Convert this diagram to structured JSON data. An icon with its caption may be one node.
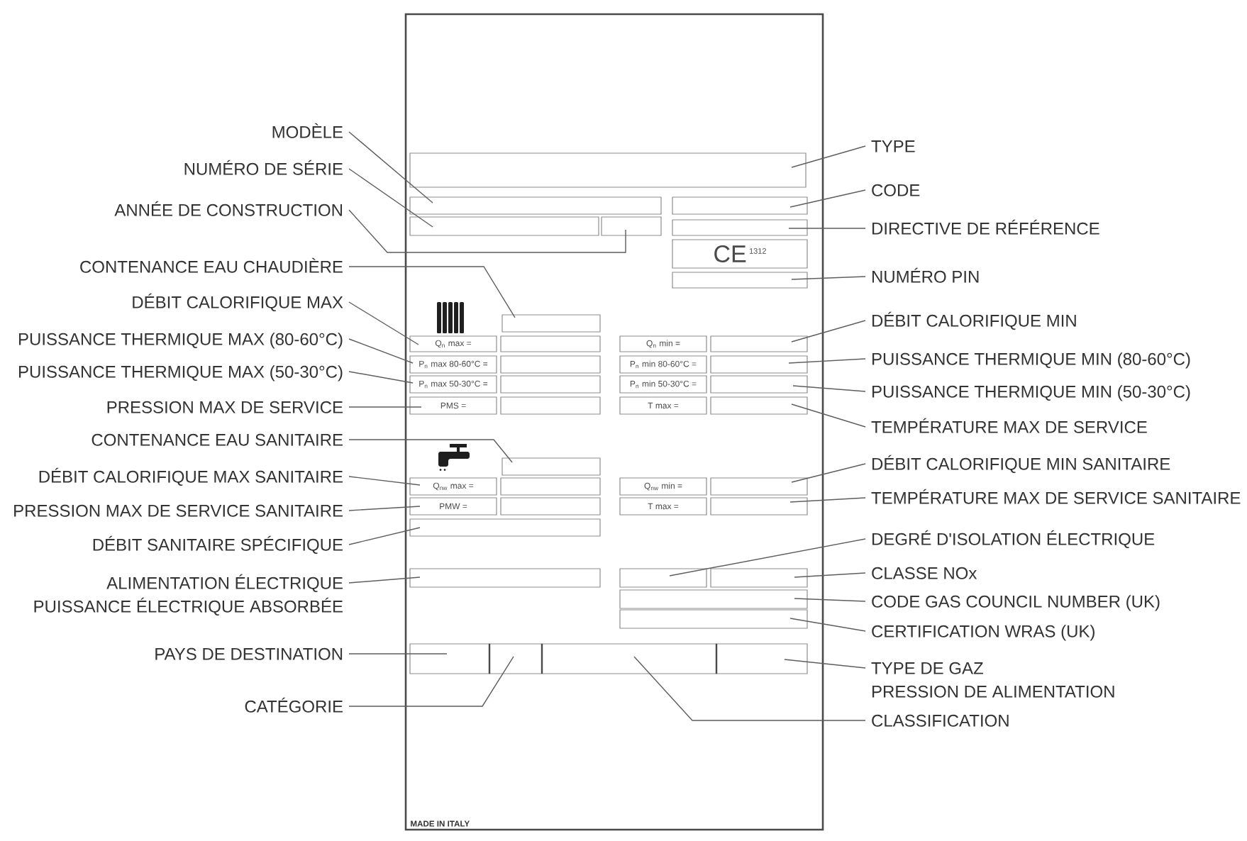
{
  "diagram": {
    "nodes": [
      {
        "text": [
          "MADE IN ITALY"
        ]
      },
      {
        "text": [],
        "shape": "box",
        "in": 0
      },
      {
        "text": [],
        "shape": "box",
        "in": 0
      },
      {
        "text": [],
        "shape": "box",
        "in": 0
      },
      {
        "text": [],
        "shape": "box",
        "in": 0
      },
      {
        "text": [],
        "shape": "box",
        "in": 0
      },
      {
        "text": [],
        "shape": "box",
        "in": 0
      },
      {
        "text": [
          "CE",
          "1312"
        ],
        "in": 0
      },
      {
        "text": [],
        "shape": "box",
        "in": 0
      },
      {
        "text": [],
        "shape": "box",
        "in": 0
      },
      {
        "text": [
          "Q$_{n}$ max ="
        ],
        "in": 0
      },
      {
        "text": [],
        "shape": "box",
        "in": 0
      },
      {
        "text": [
          "Q$_{n}$ min ="
        ],
        "in": 0
      },
      {
        "text": [],
        "shape": "box",
        "in": 0
      },
      {
        "text": [
          "P$_{n}$ max 80-60°C ="
        ],
        "in": 0
      },
      {
        "text": [],
        "shape": "box",
        "in": 0
      },
      {
        "text": [
          "P$_{n}$ min 80-60°C ="
        ],
        "in": 0
      },
      {
        "text": [],
        "shape": "box",
        "in": 0
      },
      {
        "text": [
          "P$_{n}$ max 50-30°C ="
        ],
        "in": 0
      },
      {
        "text": [],
        "shape": "box",
        "in": 0
      },
      {
        "text": [
          "P$_{n}$ min 50-30°C ="
        ],
        "in": 0
      },
      {
        "text": [],
        "shape": "box",
        "in": 0
      },
      {
        "text": [
          "PMS ="
        ],
        "in": 0
      },
      {
        "text": [],
        "shape": "box",
        "in": 0
      },
      {
        "text": [
          "T max ="
        ],
        "in": 0
      },
      {
        "text": [],
        "shape": "box",
        "in": 0
      },
      {
        "text": [],
        "shape": "box",
        "in": 0
      },
      {
        "text": [
          "Q$_{nw}$ max ="
        ],
        "in": 0
      },
      {
        "text": [],
        "shape": "box",
        "in": 0
      },
      {
        "text": [
          "Q$_{nw}$ min ="
        ],
        "in": 0
      },
      {
        "text": [],
        "shape": "box",
        "in": 0
      },
      {
        "text": [
          "PMW ="
        ],
        "in": 0
      },
      {
        "text": [],
        "shape": "box",
        "in": 0
      },
      {
        "text": [
          "T max ="
        ],
        "in": 0
      },
      {
        "text": [],
        "shape": "box",
        "in": 0
      },
      {
        "text": [],
        "shape": "box",
        "in": 0
      },
      {
        "text": [],
        "shape": "box",
        "in": 0
      },
      {
        "text": [],
        "shape": "box",
        "in": 0
      },
      {
        "text": [],
        "shape": "box",
        "in": 0
      },
      {
        "text": [],
        "shape": "box",
        "in": 0
      },
      {
        "text": [],
        "shape": "box",
        "in": 0
      },
      {
        "text": [],
        "shape": "box",
        "in": 0
      },
      {
        "text": [],
        "shape": "box",
        "in": 0
      },
      {
        "text": [],
        "shape": "box",
        "in": 0
      },
      {
        "text": [],
        "shape": "box",
        "in": 0
      },
      {
        "text": [
          "MODÈLE"
        ]
      },
      {
        "text": [
          "NUMÉRO DE SÉRIE"
        ]
      },
      {
        "text": [
          "ANNÉE DE CONSTRUCTION"
        ]
      },
      {
        "text": [
          "CONTENANCE EAU CHAUDIÈRE"
        ]
      },
      {
        "text": [
          "DÉBIT CALORIFIQUE MAX"
        ]
      },
      {
        "text": [
          "PUISSANCE THERMIQUE MAX (80-60°C)"
        ]
      },
      {
        "text": [
          "PUISSANCE THERMIQUE MAX (50-30°C)"
        ]
      },
      {
        "text": [
          "PRESSION MAX DE SERVICE"
        ]
      },
      {
        "text": [
          "CONTENANCE EAU SANITAIRE"
        ]
      },
      {
        "text": [
          "DÉBIT CALORIFIQUE MAX SANITAIRE"
        ]
      },
      {
        "text": [
          "PRESSION MAX DE SERVICE SANITAIRE"
        ]
      },
      {
        "text": [
          "DÉBIT SANITAIRE SPÉCIFIQUE"
        ]
      },
      {
        "text": [
          "ALIMENTATION ÉLECTRIQUE",
          "PUISSANCE ÉLECTRIQUE ABSORBÉE"
        ]
      },
      {
        "text": [
          "PAYS DE DESTINATION"
        ]
      },
      {
        "text": [
          "CATÉGORIE"
        ]
      },
      {
        "text": [
          "TYPE"
        ]
      },
      {
        "text": [
          "CODE"
        ]
      },
      {
        "text": [
          "DIRECTIVE DE RÉFÉRENCE"
        ]
      },
      {
        "text": [
          "NUMÉRO PIN"
        ]
      },
      {
        "text": [
          "DÉBIT CALORIFIQUE MIN"
        ]
      },
      {
        "text": [
          "PUISSANCE THERMIQUE MIN (80-60°C)"
        ]
      },
      {
        "text": [
          "PUISSANCE THERMIQUE MIN (50-30°C)"
        ]
      },
      {
        "text": [
          "TEMPÉRATURE MAX DE SERVICE"
        ]
      },
      {
        "text": [
          "DÉBIT CALORIFIQUE MIN SANITAIRE"
        ]
      },
      {
        "text": [
          "TEMPÉRATURE MAX DE SERVICE SANITAIRE"
        ]
      },
      {
        "text": [
          "DEGRÉ D'ISOLATION ÉLECTRIQUE"
        ]
      },
      {
        "text": [
          "CLASSE NOx"
        ]
      },
      {
        "text": [
          "CODE GAS COUNCIL NUMBER (UK)"
        ]
      },
      {
        "text": [
          "CERTIFICATION WRAS (UK)"
        ]
      },
      {
        "text": [
          "TYPE DE GAZ",
          "PRESSION DE ALIMENTATION"
        ]
      },
      {
        "text": [
          "CLASSIFICATION"
        ]
      }
    ],
    "edges": [
      {
        "from": 45,
        "to": 2,
        "arrow": "none"
      },
      {
        "from": 46,
        "to": 4,
        "arrow": "none"
      },
      {
        "from": 47,
        "to": 5,
        "arrow": "none"
      },
      {
        "from": 48,
        "to": 9,
        "arrow": "none"
      },
      {
        "from": 49,
        "to": 10,
        "arrow": "none"
      },
      {
        "from": 50,
        "to": 14,
        "arrow": "none"
      },
      {
        "from": 51,
        "to": 18,
        "arrow": "none"
      },
      {
        "from": 52,
        "to": 22,
        "arrow": "none"
      },
      {
        "from": 53,
        "to": 26,
        "arrow": "none"
      },
      {
        "from": 54,
        "to": 27,
        "arrow": "none"
      },
      {
        "from": 55,
        "to": 31,
        "arrow": "none"
      },
      {
        "from": 56,
        "to": 35,
        "arrow": "none"
      },
      {
        "from": 57,
        "to": 36,
        "arrow": "none"
      },
      {
        "from": 58,
        "to": 41,
        "arrow": "none"
      },
      {
        "from": 59,
        "to": 42,
        "arrow": "none"
      },
      {
        "from": 60,
        "to": 1,
        "arrow": "none"
      },
      {
        "from": 61,
        "to": 3,
        "arrow": "none"
      },
      {
        "from": 62,
        "to": 6,
        "arrow": "none"
      },
      {
        "from": 63,
        "to": 8,
        "arrow": "none"
      },
      {
        "from": 64,
        "to": 13,
        "arrow": "none"
      },
      {
        "from": 65,
        "to": 17,
        "arrow": "none"
      },
      {
        "from": 66,
        "to": 21,
        "arrow": "none"
      },
      {
        "from": 67,
        "to": 25,
        "arrow": "none"
      },
      {
        "from": 68,
        "to": 30,
        "arrow": "none"
      },
      {
        "from": 69,
        "to": 34,
        "arrow": "none"
      },
      {
        "from": 70,
        "to": 37,
        "arrow": "none"
      },
      {
        "from": 71,
        "to": 38,
        "arrow": "none"
      },
      {
        "from": 72,
        "to": 39,
        "arrow": "none"
      },
      {
        "from": 73,
        "to": 40,
        "arrow": "none"
      },
      {
        "from": 74,
        "to": 44,
        "arrow": "none"
      },
      {
        "from": 75,
        "to": 43,
        "arrow": "none"
      }
    ]
  }
}
